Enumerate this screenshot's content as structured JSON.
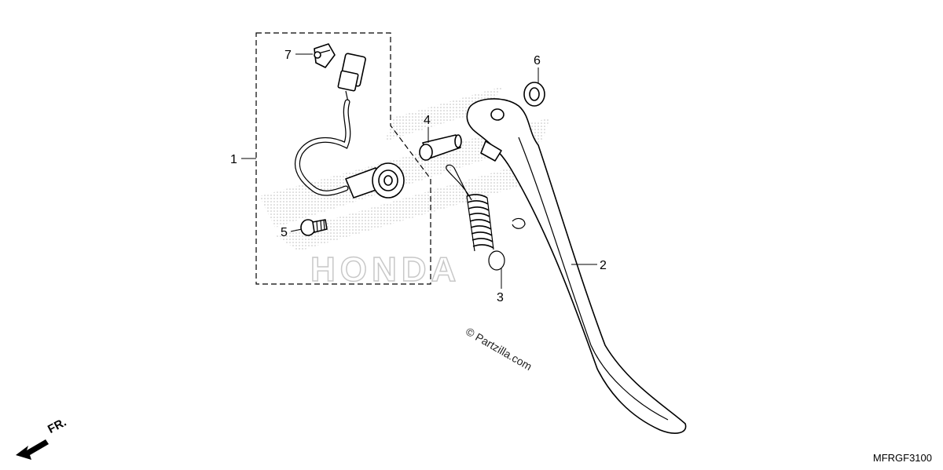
{
  "diagram": {
    "callouts": [
      {
        "id": "1",
        "label": "1"
      },
      {
        "id": "2",
        "label": "2"
      },
      {
        "id": "3",
        "label": "3"
      },
      {
        "id": "4",
        "label": "4"
      },
      {
        "id": "5",
        "label": "5"
      },
      {
        "id": "6",
        "label": "6"
      },
      {
        "id": "7",
        "label": "7"
      }
    ],
    "watermark": "HONDA",
    "copyright": "© Partzilla.com",
    "direction_label": "FR.",
    "diagram_code": "MFRGF3100"
  },
  "colors": {
    "line": "#000000",
    "background": "#ffffff",
    "watermark_dots": "#bdbdbd"
  }
}
